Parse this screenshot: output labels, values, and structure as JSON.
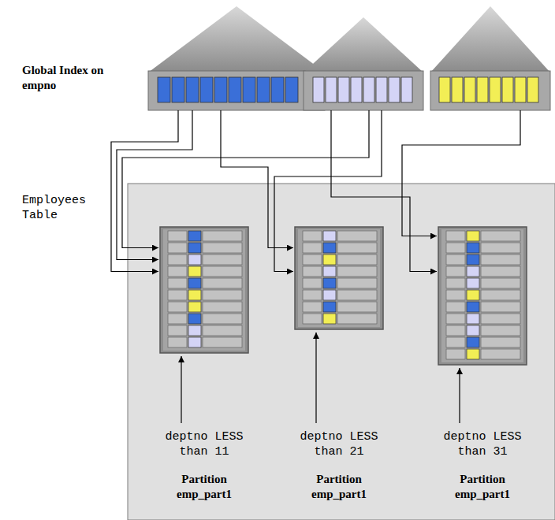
{
  "diagram": {
    "nodes": [
      {
        "text": [
          "Employees Table"
        ]
      },
      {
        "text": [
          "deptno LESS than 11",
          "Partition emp_part1"
        ],
        "in": 0
      },
      {
        "text": [
          "deptno LESS than 21",
          "Partition emp_part1"
        ],
        "in": 0
      },
      {
        "text": [
          "deptno LESS than 31",
          "Partition emp_part1"
        ],
        "in": 0
      }
    ],
    "labels": [
      "Global Index on empno"
    ]
  }
}
